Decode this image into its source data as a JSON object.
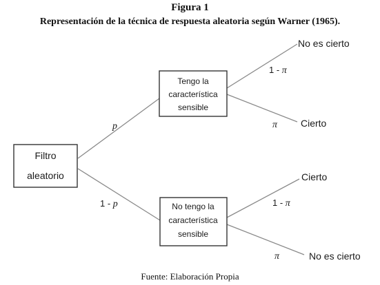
{
  "figure": {
    "title": "Figura 1",
    "subtitle": "Representación de la técnica de respuesta aleatoria según Warner (1965).",
    "source": "Fuente: Elaboración Propia"
  },
  "diagram": {
    "root": {
      "line1": "Filtro",
      "line2": "aleatorio"
    },
    "upper_node": {
      "line1": "Tengo la",
      "line2": "característica",
      "line3": "sensible"
    },
    "lower_node": {
      "line1": "No tengo la",
      "line2": "característica",
      "line3": "sensible"
    },
    "edges": {
      "root_to_upper": "p",
      "root_to_lower_prefix": "1 - ",
      "root_to_lower_var": "p",
      "upper_to_top_prefix": "1 - ",
      "upper_to_top_var": "π",
      "upper_to_bottom": "π",
      "lower_to_top_prefix": "1 - ",
      "lower_to_top_var": "π",
      "lower_to_bottom": "π"
    },
    "leaves": {
      "upper_top": "No es cierto",
      "upper_bottom": "Cierto",
      "lower_top": "Cierto",
      "lower_bottom": "No es cierto"
    }
  },
  "colors": {
    "line": "#8a8a8a",
    "box_border": "#333333",
    "text": "#1a1a1a"
  }
}
